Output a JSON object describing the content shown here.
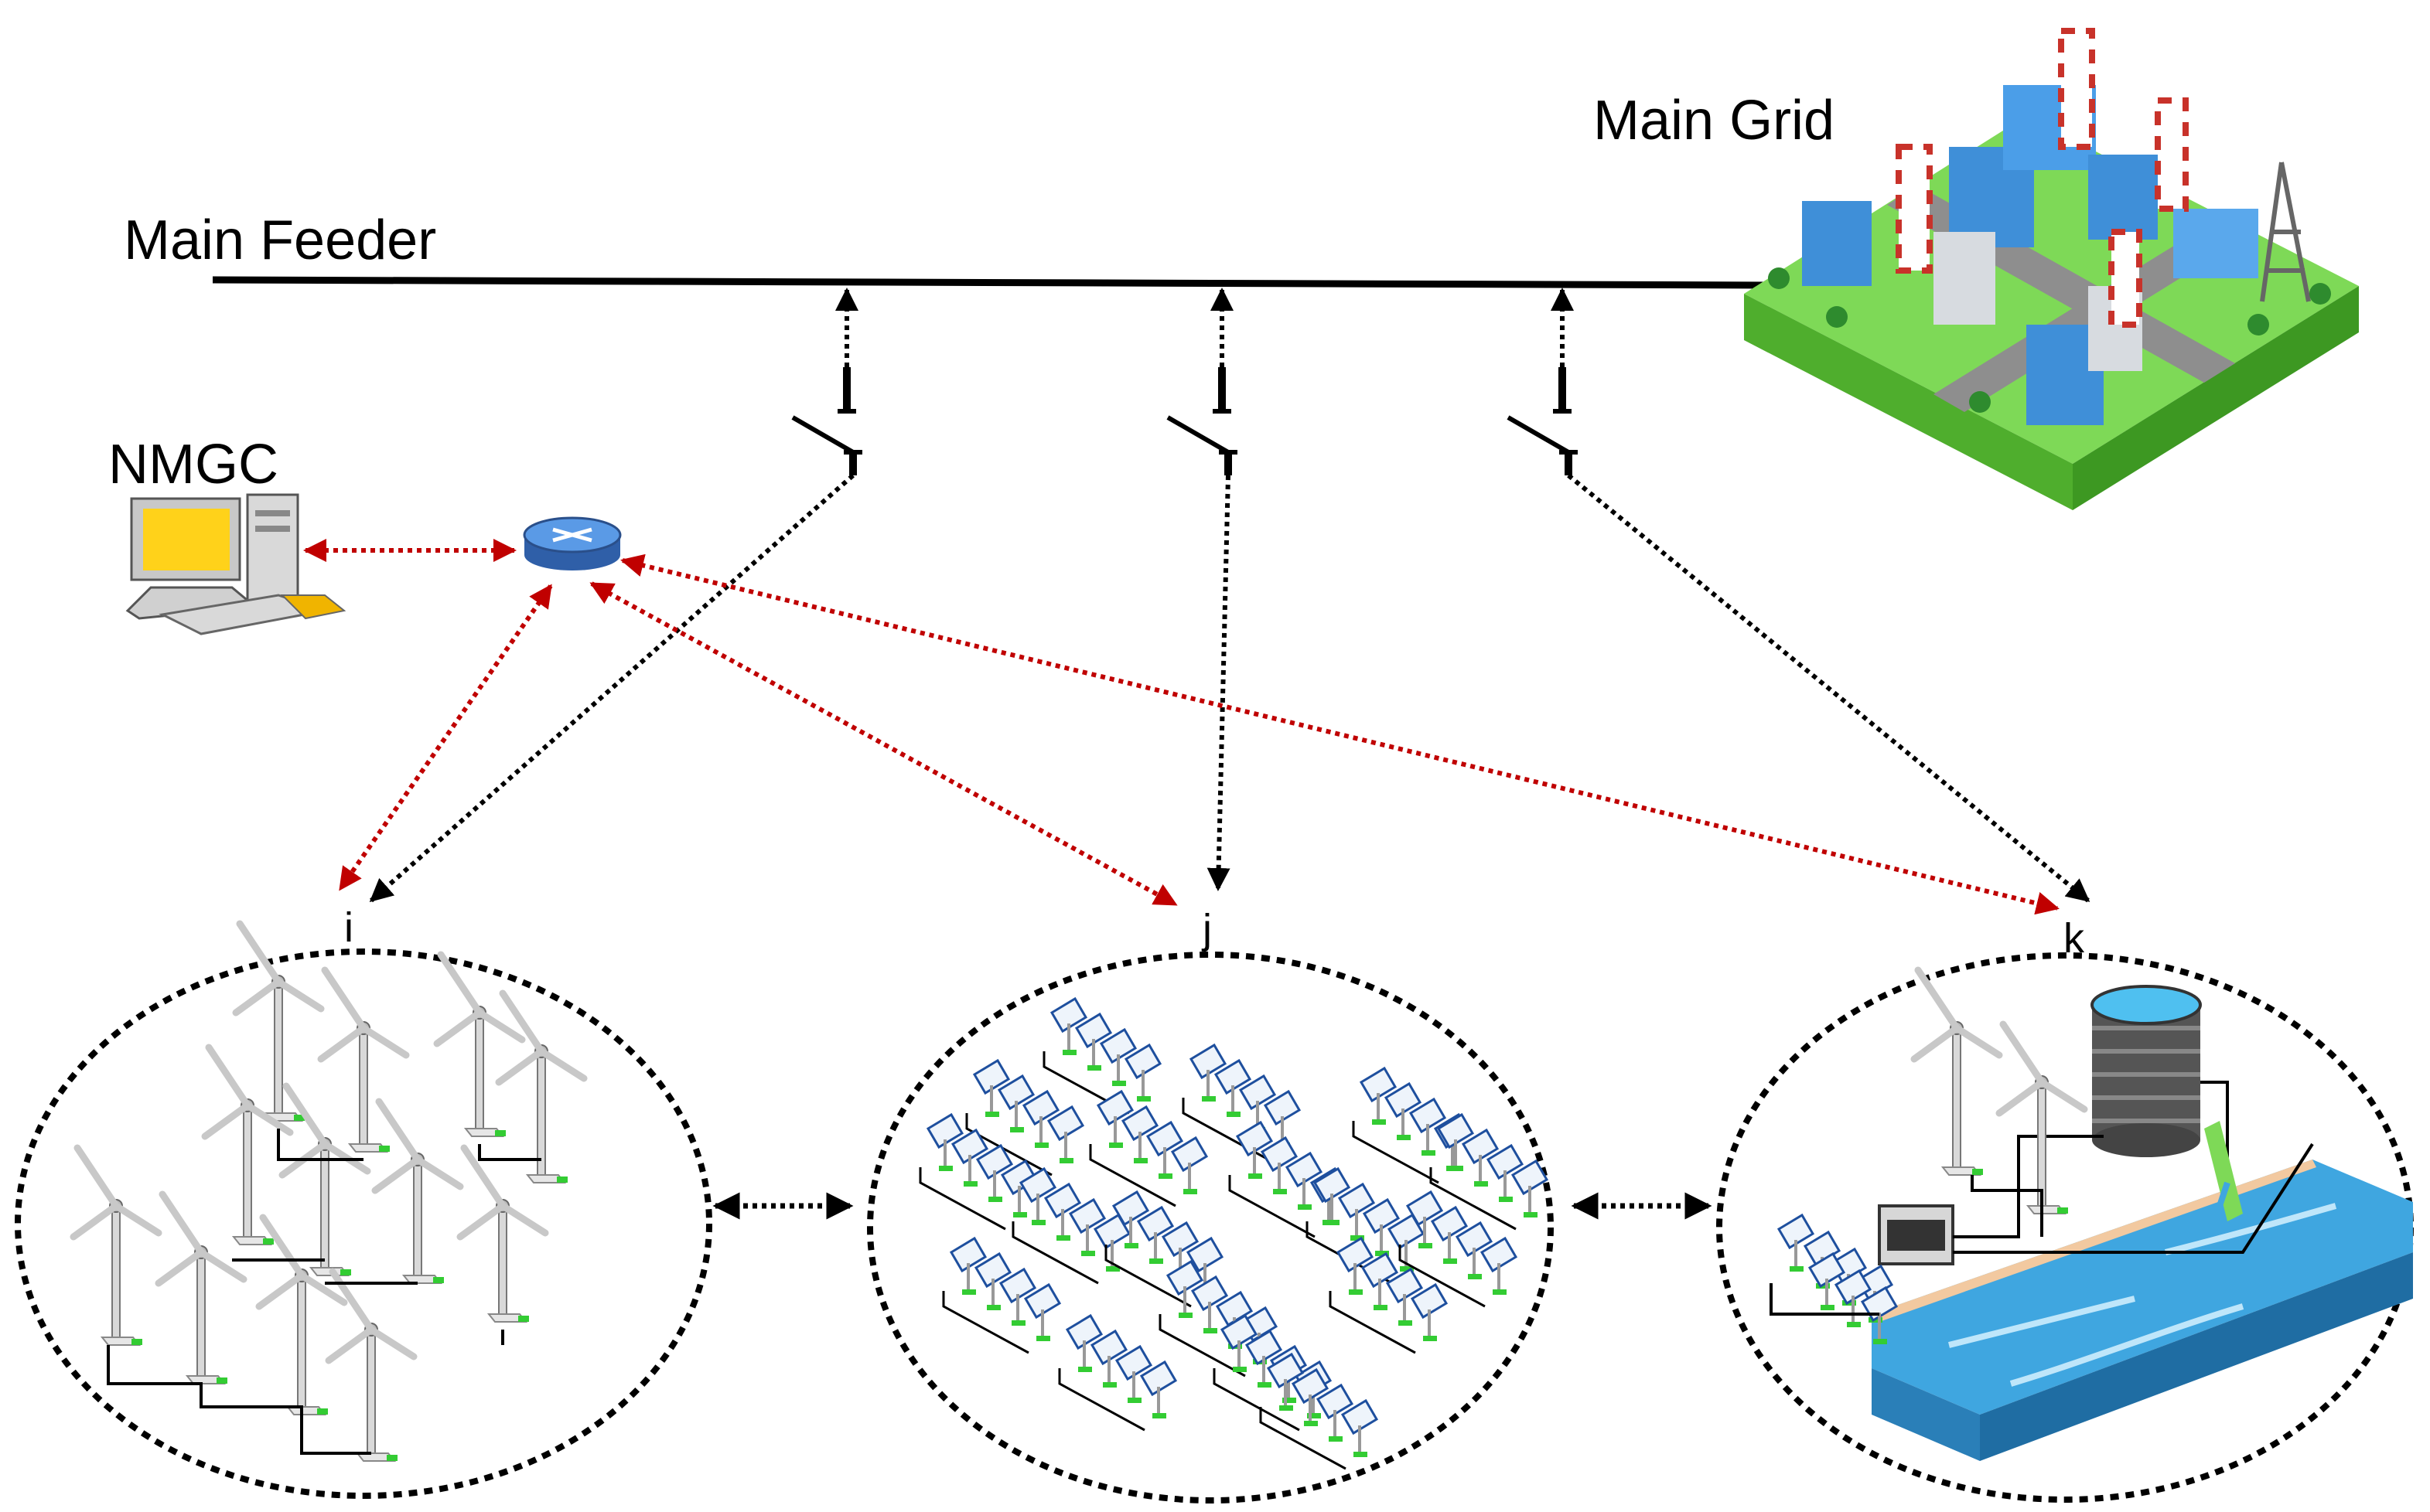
{
  "labels": {
    "main_feeder": "Main Feeder",
    "main_grid": "Main Grid",
    "controller": "NMGC",
    "node_i": "i",
    "node_j": "j",
    "node_k": "k"
  },
  "colors": {
    "feeder": "#000000",
    "power_link": "#000000",
    "comm_link": "#c00000",
    "ground": "#7ed957",
    "road": "#8e8e8e",
    "building": "#3f8fd8",
    "water": "#3fa6e0",
    "monitor": "#ffd21a",
    "router": "#3f7fd6"
  },
  "icons": {
    "controller": "computer-icon",
    "router": "router-icon",
    "grid": "power-plant-icon",
    "wind": "wind-turbine-icon",
    "solar": "solar-panel-icon",
    "tank": "water-tank-icon"
  }
}
